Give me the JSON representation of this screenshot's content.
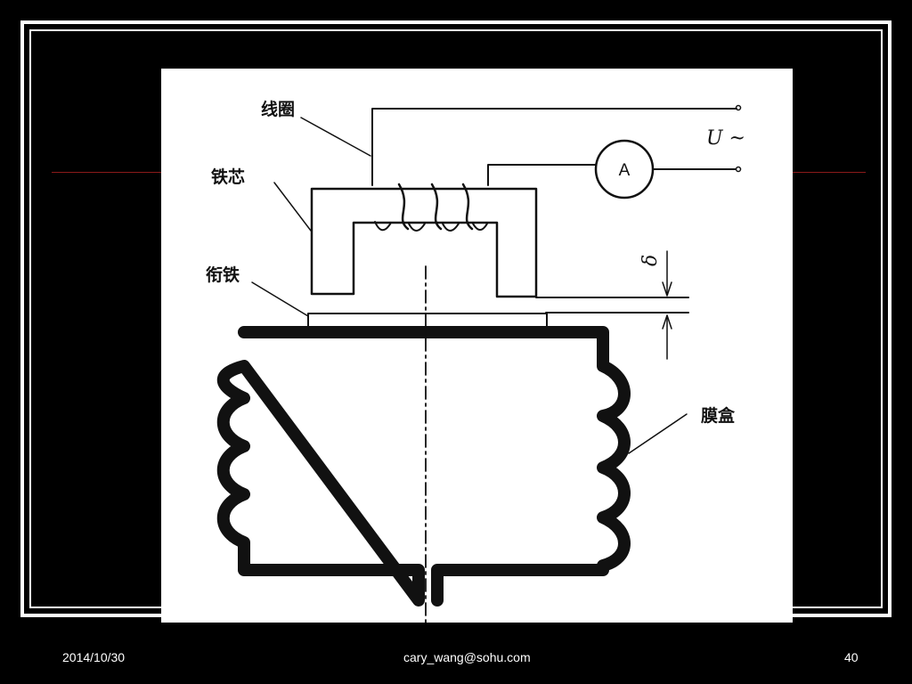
{
  "diagram": {
    "labels": {
      "coil": "线圈",
      "core": "铁芯",
      "armature": "衔铁",
      "capsule": "膜盒",
      "voltage": "U ~",
      "ammeter": "A",
      "gap": "δ"
    }
  },
  "footer": {
    "date": "2014/10/30",
    "email": "cary_wang@sohu.com",
    "page": "40"
  }
}
